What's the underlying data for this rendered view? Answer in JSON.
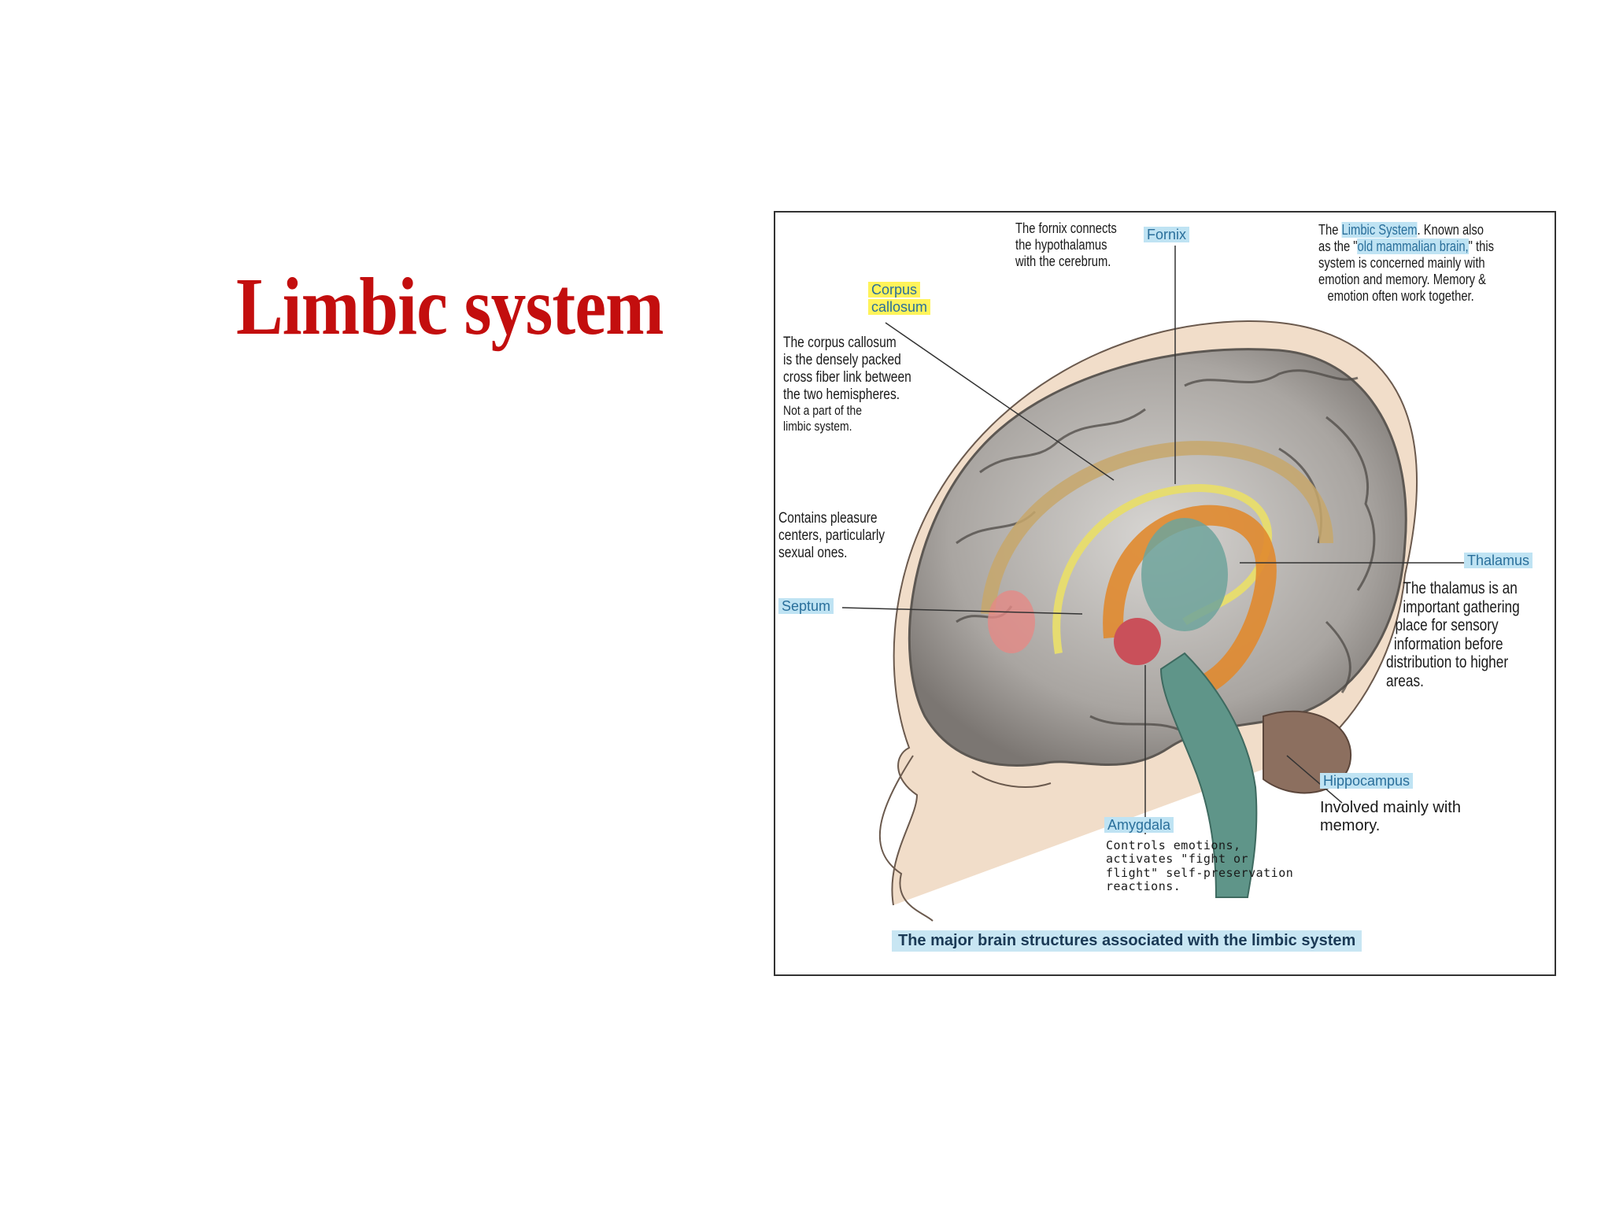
{
  "slide": {
    "title": "Limbic system"
  },
  "figure": {
    "caption": "The major brain structures associated with the limbic system",
    "labels": {
      "fornix": "Fornix",
      "corpus_callosum_line1": "Corpus",
      "corpus_callosum_line2": "callosum",
      "thalamus": "Thalamus",
      "septum": "Septum",
      "hippocampus": "Hippocampus",
      "amygdala": "Amygdala"
    },
    "notes": {
      "fornix": [
        "The fornix connects",
        "the hypothalamus",
        "with the cerebrum."
      ],
      "limbic_prefix": "The ",
      "limbic_name": "Limbic System",
      "limbic_after_name": ". Known also",
      "limbic_line2_prefix": "as the \"",
      "limbic_old_brain": "old mammalian brain,",
      "limbic_line2_suffix": "\" this",
      "limbic_line3": "system is concerned mainly with",
      "limbic_line4": "emotion and memory.  Memory &",
      "limbic_line5": "emotion often work together.",
      "corpus_callosum": [
        "The corpus callosum",
        "is the densely packed",
        "cross fiber link between",
        "the two hemispheres.",
        "Not a part of the",
        "limbic system."
      ],
      "septum": [
        "Contains pleasure",
        "centers, particularly",
        "sexual ones."
      ],
      "thalamus": [
        "The thalamus is an",
        "important gathering",
        "place for sensory",
        "information before",
        "distribution to higher",
        "areas."
      ],
      "hippocampus": [
        "Involved mainly with",
        "memory."
      ],
      "amygdala": [
        "Controls emotions,",
        "activates \"fight or",
        "flight\" self-preservation",
        "reactions."
      ]
    }
  }
}
